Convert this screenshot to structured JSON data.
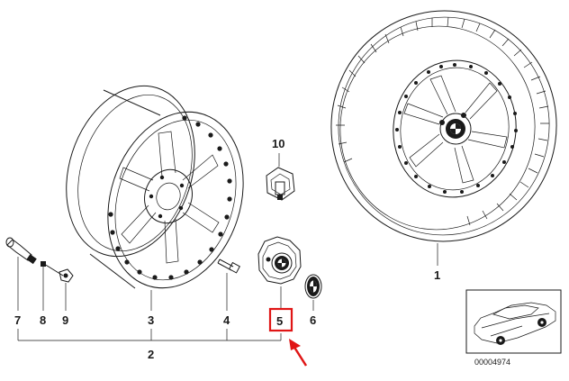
{
  "diagram": {
    "part_labels": {
      "p1": "1",
      "p2": "2",
      "p3": "3",
      "p4": "4",
      "p5": "5",
      "p6": "6",
      "p7": "7",
      "p8": "8",
      "p9": "9",
      "p10": "10"
    },
    "highlighted_part": "5",
    "highlight_color": "#e01515",
    "reference_number": "00004974"
  }
}
